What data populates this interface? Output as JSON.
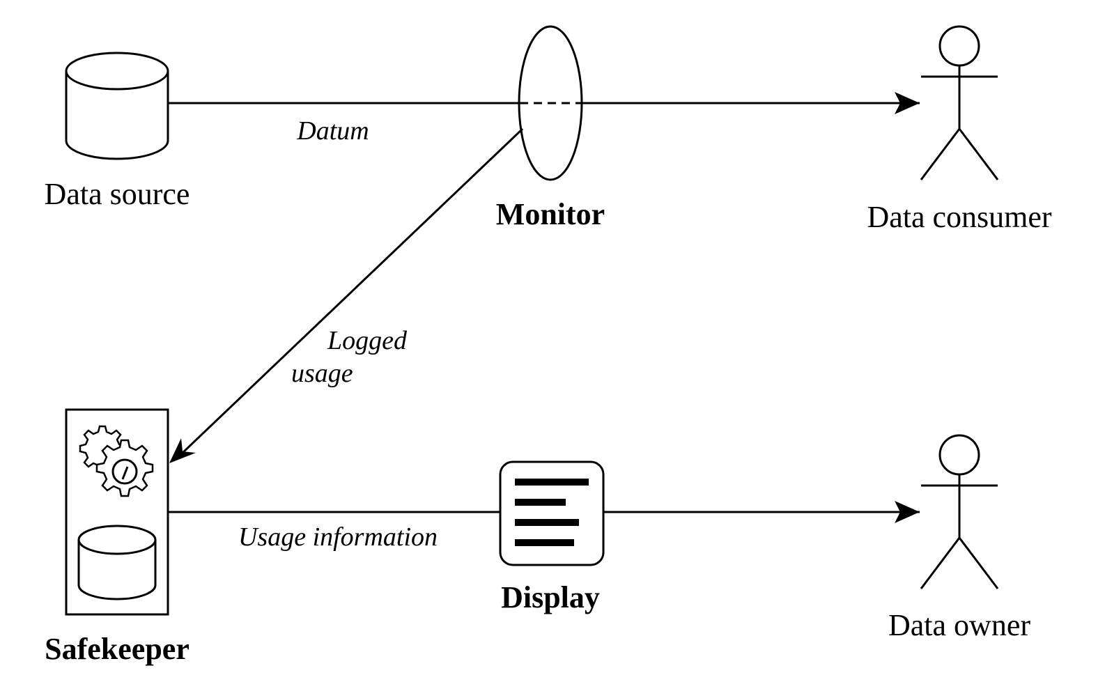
{
  "nodes": {
    "data_source": {
      "label": "Data source"
    },
    "monitor": {
      "label": "Monitor"
    },
    "data_consumer": {
      "label": "Data consumer"
    },
    "safekeeper": {
      "label": "Safekeeper"
    },
    "display": {
      "label": "Display"
    },
    "data_owner": {
      "label": "Data owner"
    }
  },
  "edges": {
    "datum": {
      "label": "Datum"
    },
    "logged_usage": {
      "label_line1": "Logged",
      "label_line2": "usage"
    },
    "usage_information": {
      "label": "Usage information"
    }
  }
}
